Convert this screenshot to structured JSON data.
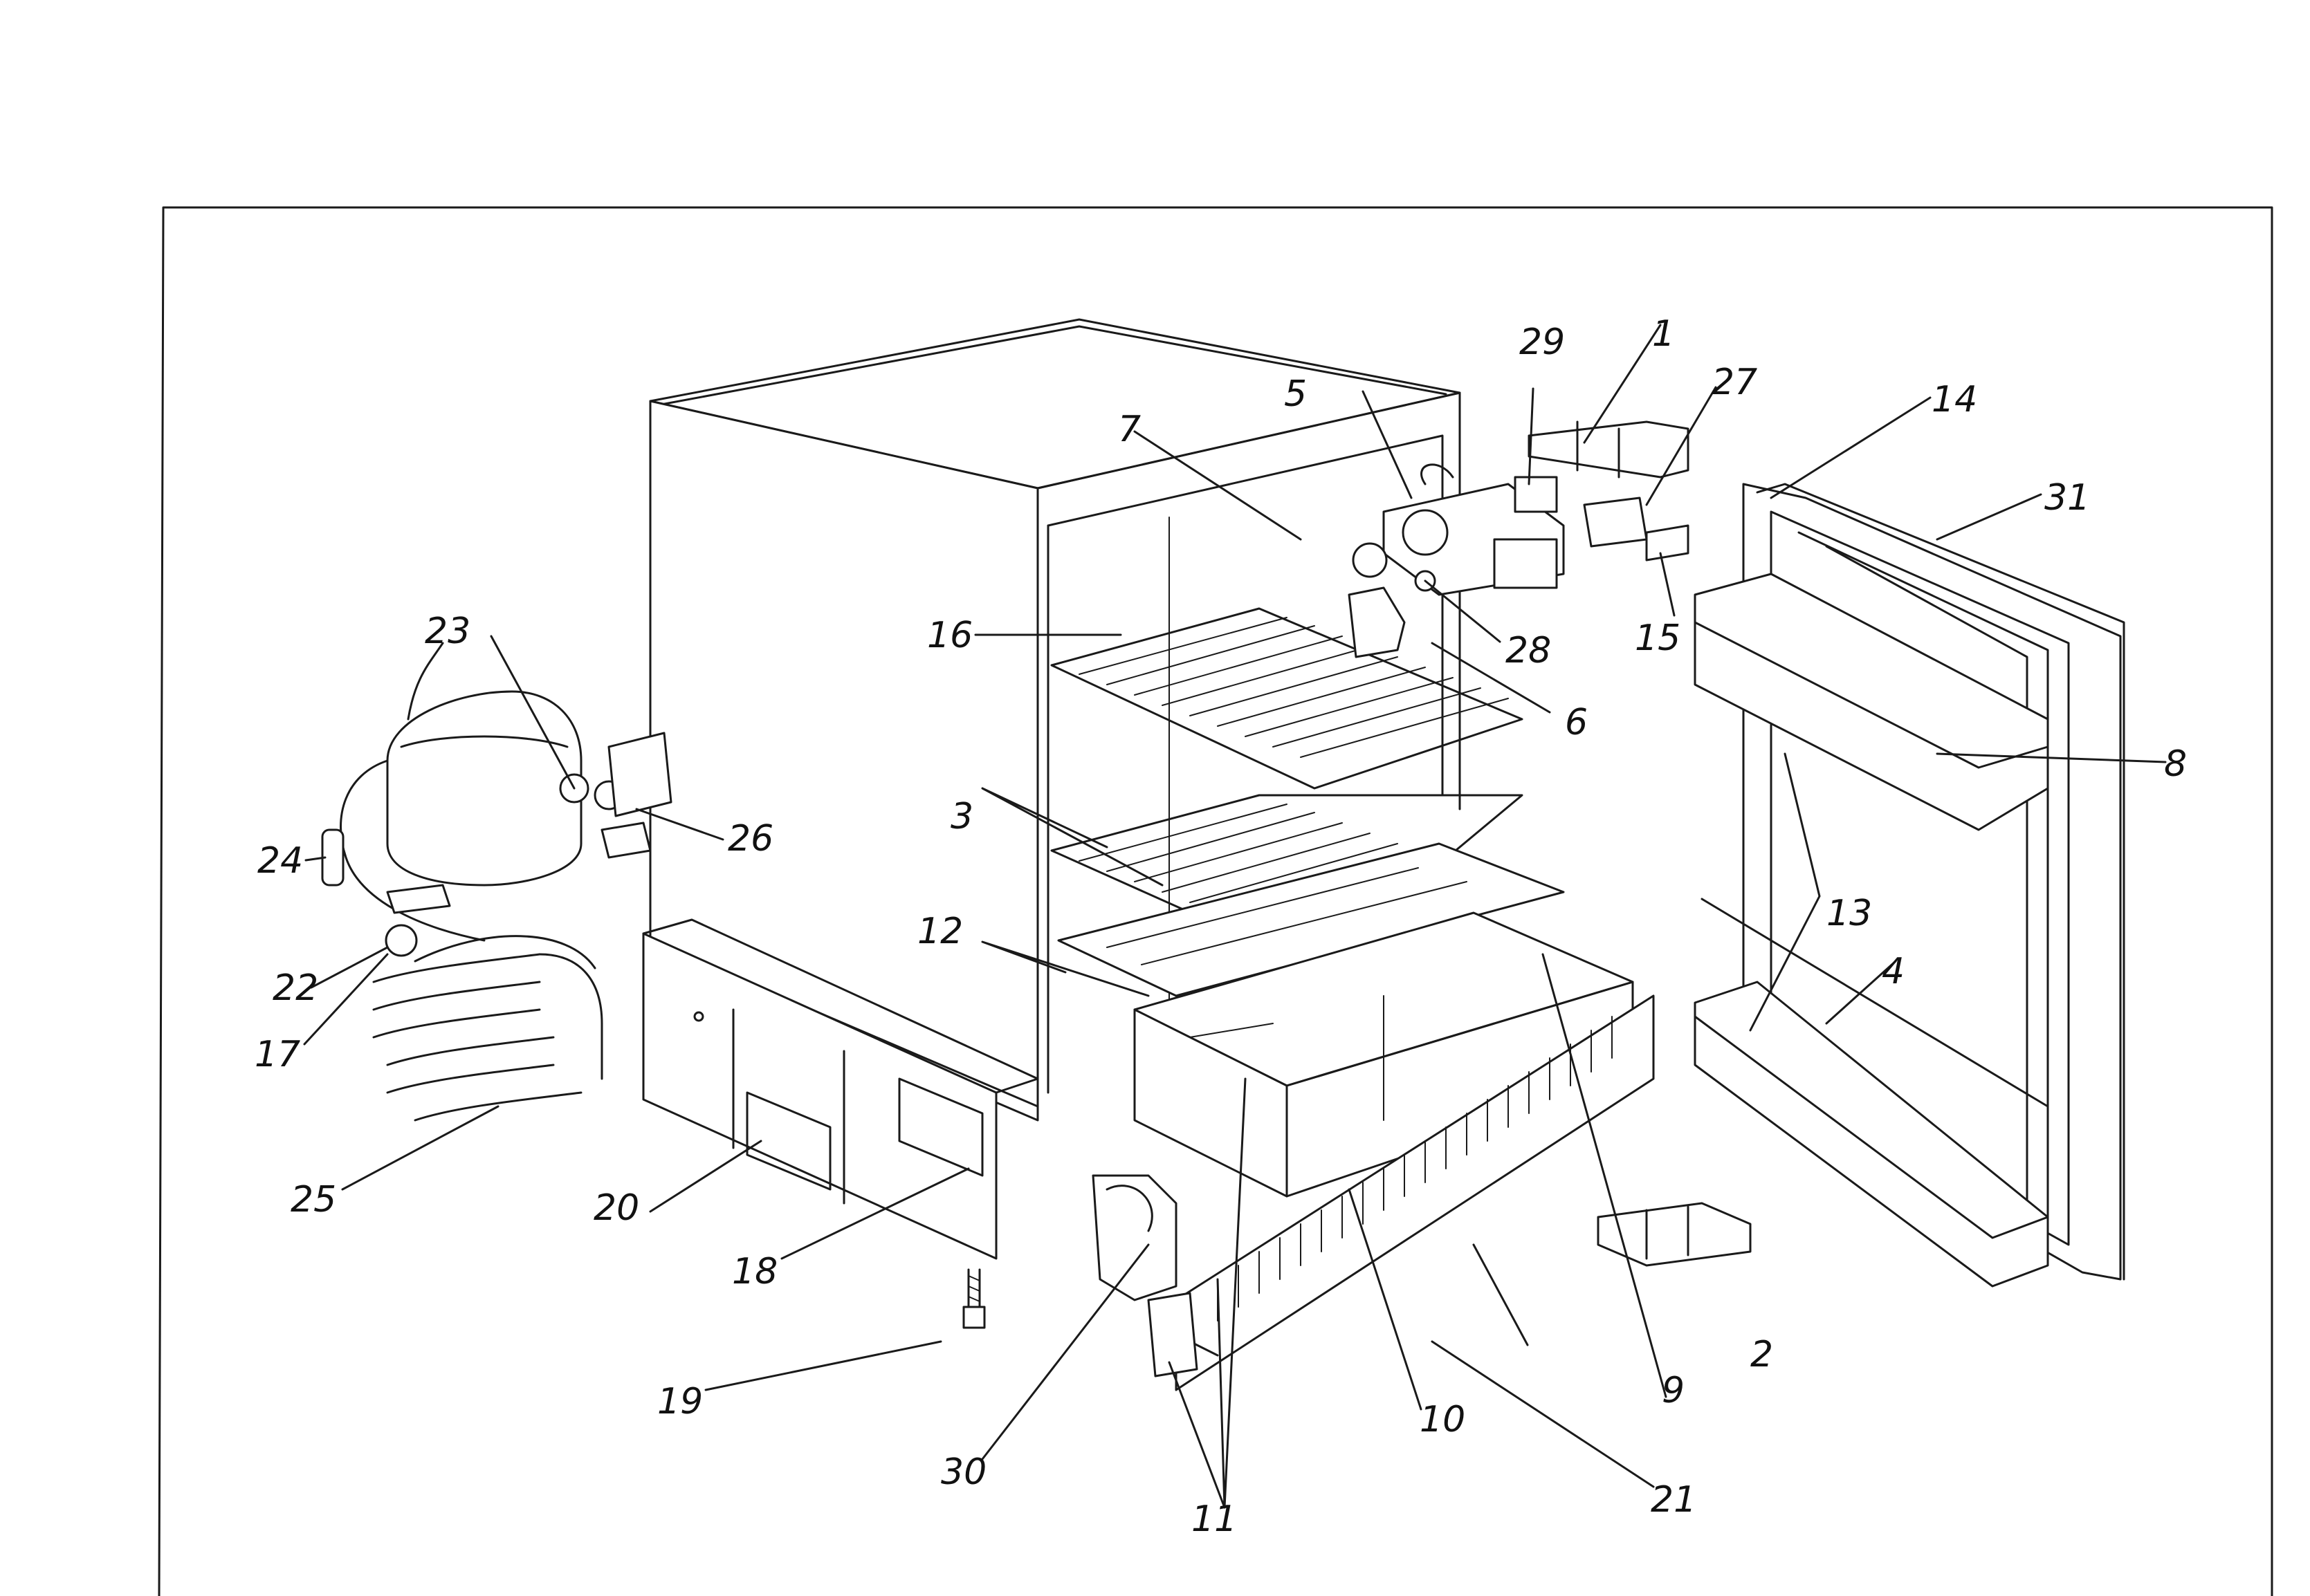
{
  "callouts": {
    "c1": "1",
    "c2": "2",
    "c3": "3",
    "c4": "4",
    "c5": "5",
    "c6": "6",
    "c7": "7",
    "c8": "8",
    "c9": "9",
    "c10": "10",
    "c11": "11",
    "c12": "12",
    "c13": "13",
    "c14": "14",
    "c15": "15",
    "c16": "16",
    "c17": "17",
    "c18": "18",
    "c19": "19",
    "c20": "20",
    "c21": "21",
    "c22": "22",
    "c23": "23",
    "c24": "24",
    "c25": "25",
    "c26": "26",
    "c27": "27",
    "c28": "28",
    "c29": "29",
    "c30": "30",
    "c31": "31"
  },
  "colors": {
    "line": "#1a1a1a",
    "background": "#ffffff"
  }
}
